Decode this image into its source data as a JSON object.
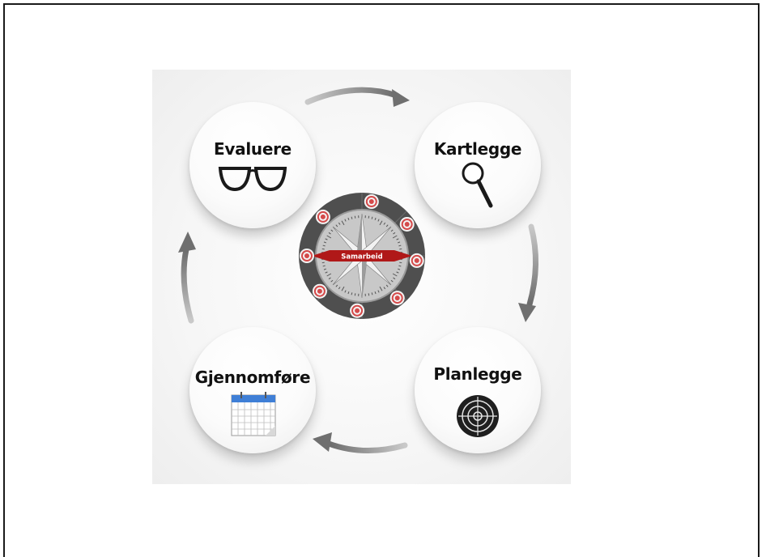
{
  "diagram": {
    "nodes": {
      "evaluere": {
        "label": "Evaluere",
        "icon": "glasses-icon"
      },
      "kartlegge": {
        "label": "Kartlegge",
        "icon": "magnifier-icon"
      },
      "planlegge": {
        "label": "Planlegge",
        "icon": "target-icon"
      },
      "gjennomfore": {
        "label": "Gjennomføre",
        "icon": "calendar-icon"
      }
    },
    "center": {
      "label": "Samarbeid",
      "icon": "compass-icon"
    },
    "cycle_order": [
      "Kartlegge",
      "Planlegge",
      "Gjennomføre",
      "Evaluere"
    ],
    "colors": {
      "arrow": "#6f6f6f",
      "compass_ring": "#5a5a5a",
      "target_red": "#d44a4a",
      "banner_red": "#b01818",
      "calendar_blue": "#3f7fd6"
    }
  }
}
